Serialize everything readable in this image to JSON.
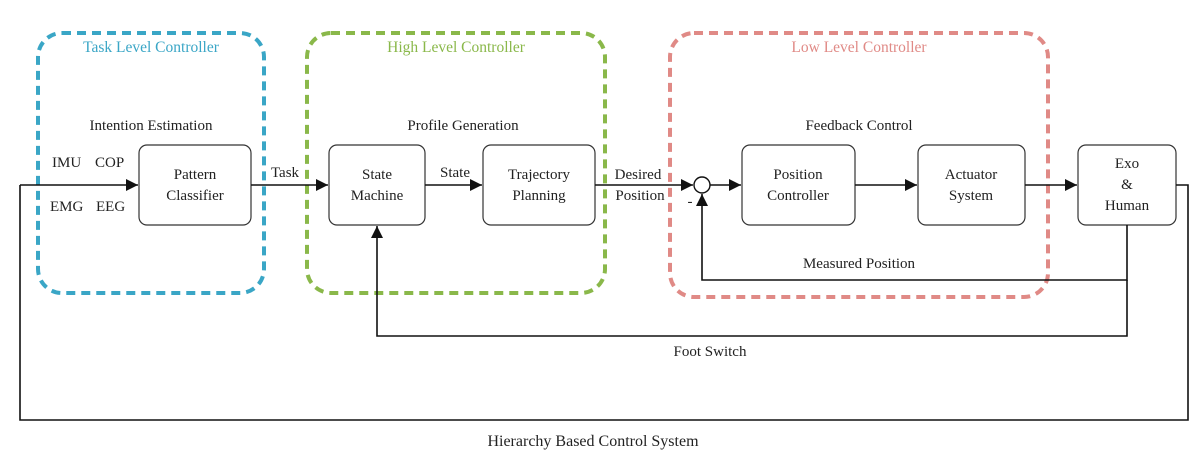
{
  "colors": {
    "task_group": "#3aa6c6",
    "high_group": "#8ab84a",
    "low_group": "#e08a86",
    "line": "#111111"
  },
  "groups": {
    "task": "Task Level Controller",
    "high": "High Level Controller",
    "low": "Low Level Controller"
  },
  "sections": {
    "intention": "Intention Estimation",
    "profile": "Profile Generation",
    "feedback": "Feedback Control"
  },
  "inputs": {
    "imu": "IMU",
    "cop": "COP",
    "emg": "EMG",
    "eeg": "EEG"
  },
  "blocks": {
    "pattern": [
      "Pattern",
      "Classifier"
    ],
    "state_machine": [
      "State",
      "Machine"
    ],
    "trajectory": [
      "Trajectory",
      "Planning"
    ],
    "position_controller": [
      "Position",
      "Controller"
    ],
    "actuator": [
      "Actuator",
      "System"
    ],
    "exo": [
      "Exo",
      "&",
      "Human"
    ]
  },
  "signals": {
    "task": "Task",
    "state": "State",
    "desired": "Desired",
    "position": "Position",
    "minus": "-",
    "measured": "Measured Position",
    "foot_switch": "Foot Switch"
  },
  "caption": "Hierarchy Based Control System"
}
